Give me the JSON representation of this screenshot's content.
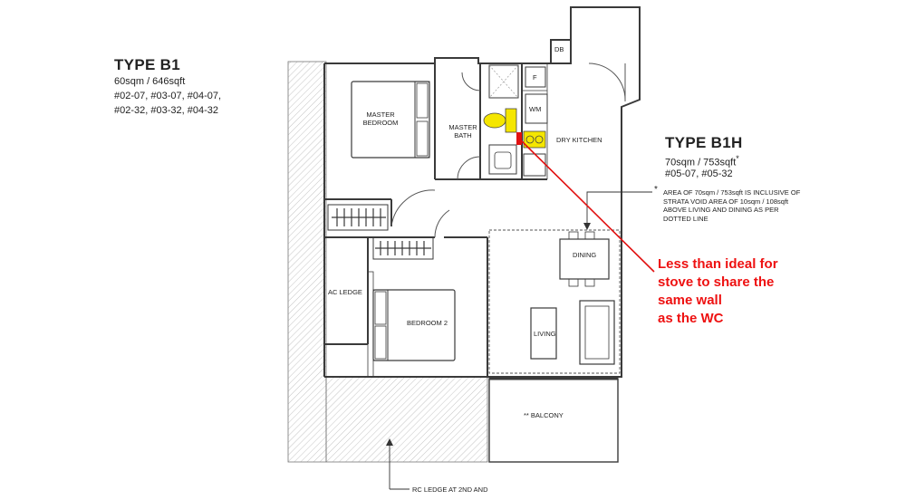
{
  "type_b1": {
    "title": "TYPE B1",
    "area": "60sqm / 646sqft",
    "units_line1": "#02-07, #03-07, #04-07,",
    "units_line2": "#02-32, #03-32, #04-32"
  },
  "type_b1h": {
    "title": "TYPE B1H",
    "area": "70sqm / 753sqft",
    "area_mark": "*",
    "units": "#05-07, #05-32",
    "footnote_mark": "*",
    "footnote": [
      "AREA OF 70sqm / 753sqft IS INCLUSIVE OF",
      "STRATA  VOID AREA  OF  10sqm / 108sqft",
      "ABOVE LIVING AND DINING AS PER",
      "DOTTED LINE"
    ]
  },
  "rooms": {
    "master_bedroom": [
      "MASTER",
      "BEDROOM"
    ],
    "master_bath": [
      "MASTER",
      "BATH"
    ],
    "dry_kitchen": "DRY KITCHEN",
    "dining": "DINING",
    "living": "LIVING",
    "bedroom2": "BEDROOM 2",
    "ac_ledge": "AC LEDGE",
    "balcony": "** BALCONY",
    "db": "DB",
    "fridge": "F",
    "wm": "WM"
  },
  "rc_ledge": "RC LEDGE AT 2ND AND",
  "annotation": {
    "lines": [
      "Less than ideal for",
      "stove to share the",
      "same wall",
      "as the WC"
    ],
    "color": "#e11111"
  },
  "colors": {
    "wc_highlight": "#f5e600",
    "wall": "#3a3a3a",
    "hatch": "#9a9a9a"
  }
}
